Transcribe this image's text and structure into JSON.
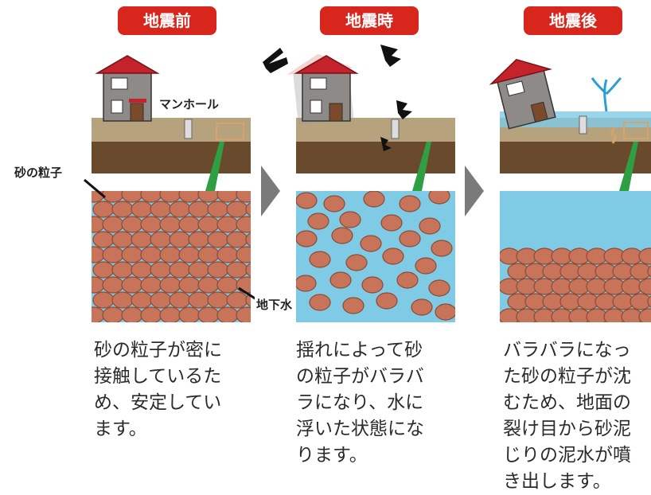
{
  "stages": [
    {
      "title": "地震前",
      "caption": "砂の粒子が密に\n接触しているた\nめ、安定してい\nます。"
    },
    {
      "title": "地震時",
      "caption": "揺れによって砂\nの粒子がバラバ\nラになり、水に\n浮いた状態にな\nります。"
    },
    {
      "title": "地震後",
      "caption": "バラバラになっ\nた砂の粒子が沈\nむため、地面の\n裂け目から砂泥\nじりの泥水が噴\nき出します。"
    }
  ],
  "labels": {
    "manhole": "マンホール",
    "sand_particle": "砂の粒子",
    "groundwater": "地下水"
  },
  "colors": {
    "badge": "#d9261c",
    "water": "#7fcbe6",
    "particle": "#c8745a",
    "particle_edge": "#8b4a33",
    "soil": "#6a4a2c",
    "ground_top": "#b7a27e",
    "roof": "#c5232b",
    "arrow": "#7a7a7a",
    "pipe_green": "#2ea043"
  }
}
